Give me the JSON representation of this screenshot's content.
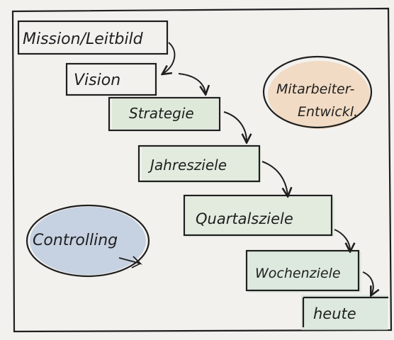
{
  "colors": {
    "ink": "#1f1f1f",
    "paper": "#f2f1ee",
    "green_wash": "#d6e6d2",
    "orange_wash": "#f0c9a2",
    "blue_wash": "#a9bcd9"
  },
  "steps": [
    {
      "label": "Mission/Leitbild"
    },
    {
      "label": "Vision"
    },
    {
      "label": "Strategie"
    },
    {
      "label": "Jahresziele"
    },
    {
      "label": "Quartalsziele"
    },
    {
      "label": "Wochenziele"
    },
    {
      "label": "heute"
    }
  ],
  "bubbles": {
    "mitarbeiter_line1": "Mitarbeiter-",
    "mitarbeiter_line2": "Entwickl.",
    "controlling": "Controlling"
  }
}
